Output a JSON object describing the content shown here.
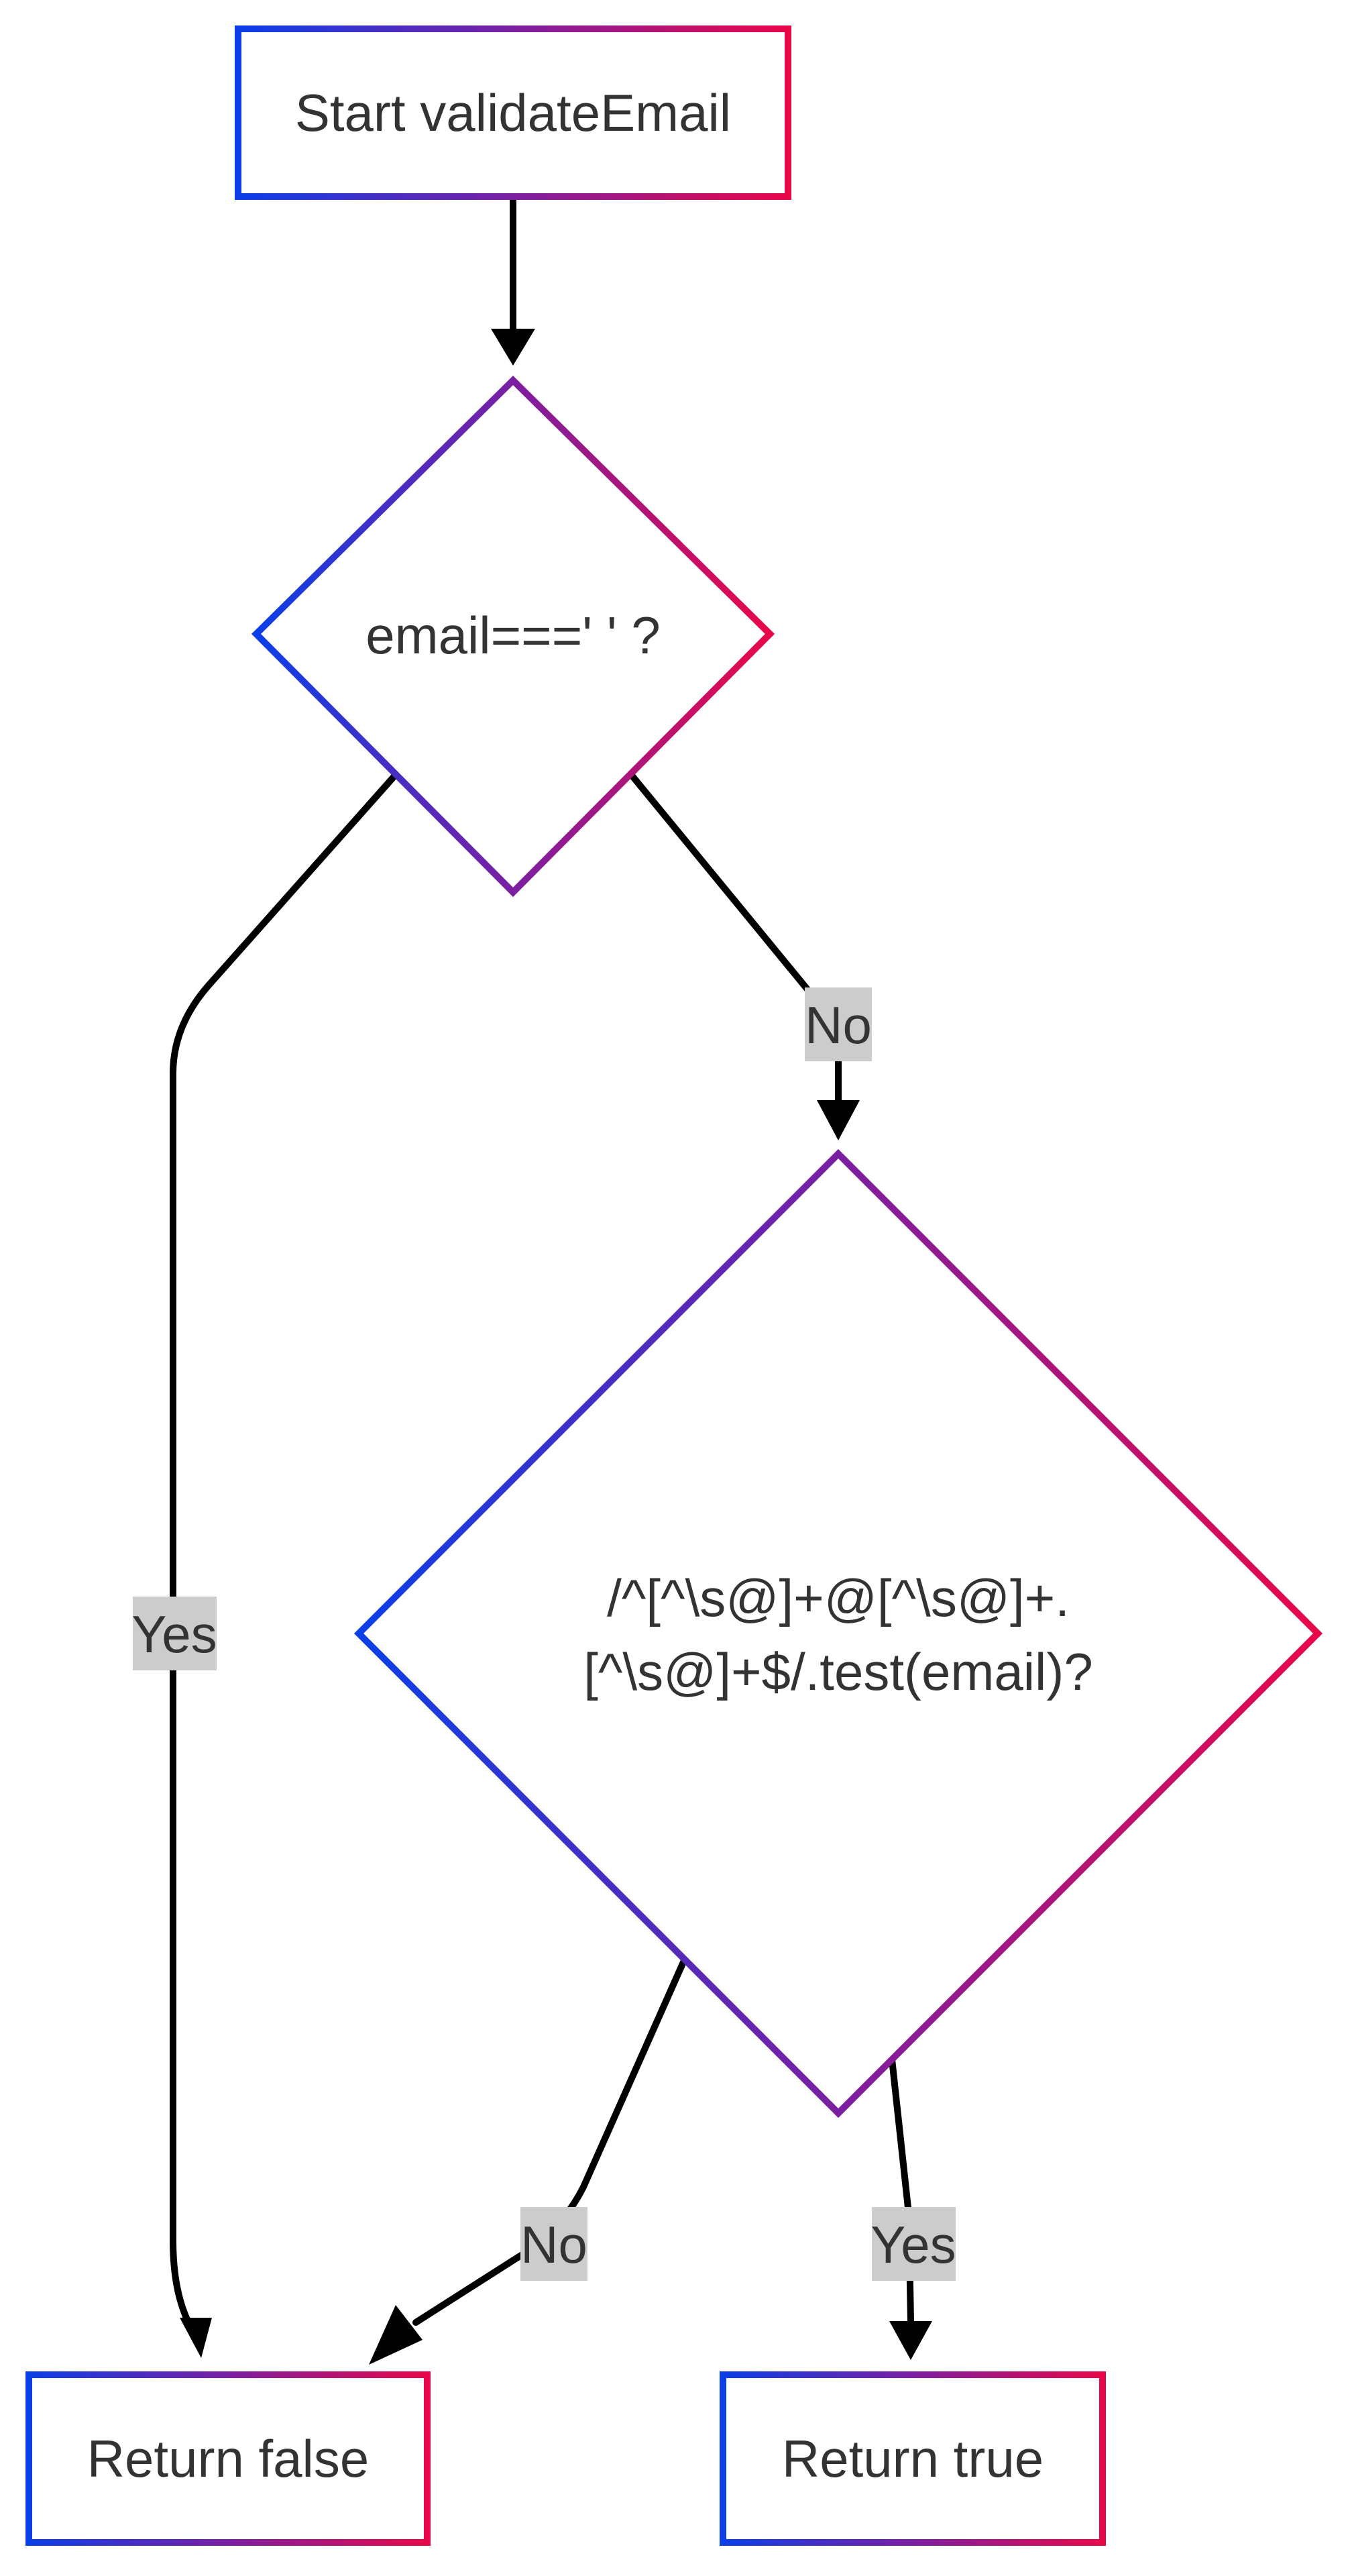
{
  "colors": {
    "gradient_start": "#0B3FE8",
    "gradient_mid": "#7B1FA2",
    "gradient_end": "#E8084A",
    "edge": "#000000",
    "label_bg": "#CCCCCC",
    "text": "#333333"
  },
  "nodes": {
    "start": {
      "label": "Start validateEmail"
    },
    "empty_check": {
      "label": "email===' ' ?"
    },
    "regex_check": {
      "line1": "/^[^\\s@]+@[^\\s@]+.",
      "line2": "[^\\s@]+$/.test(email)?"
    },
    "return_false": {
      "label": "Return false"
    },
    "return_true": {
      "label": "Return true"
    }
  },
  "edges": {
    "empty_yes": {
      "label": "Yes"
    },
    "empty_no": {
      "label": "No"
    },
    "regex_no": {
      "label": "No"
    },
    "regex_yes": {
      "label": "Yes"
    }
  }
}
